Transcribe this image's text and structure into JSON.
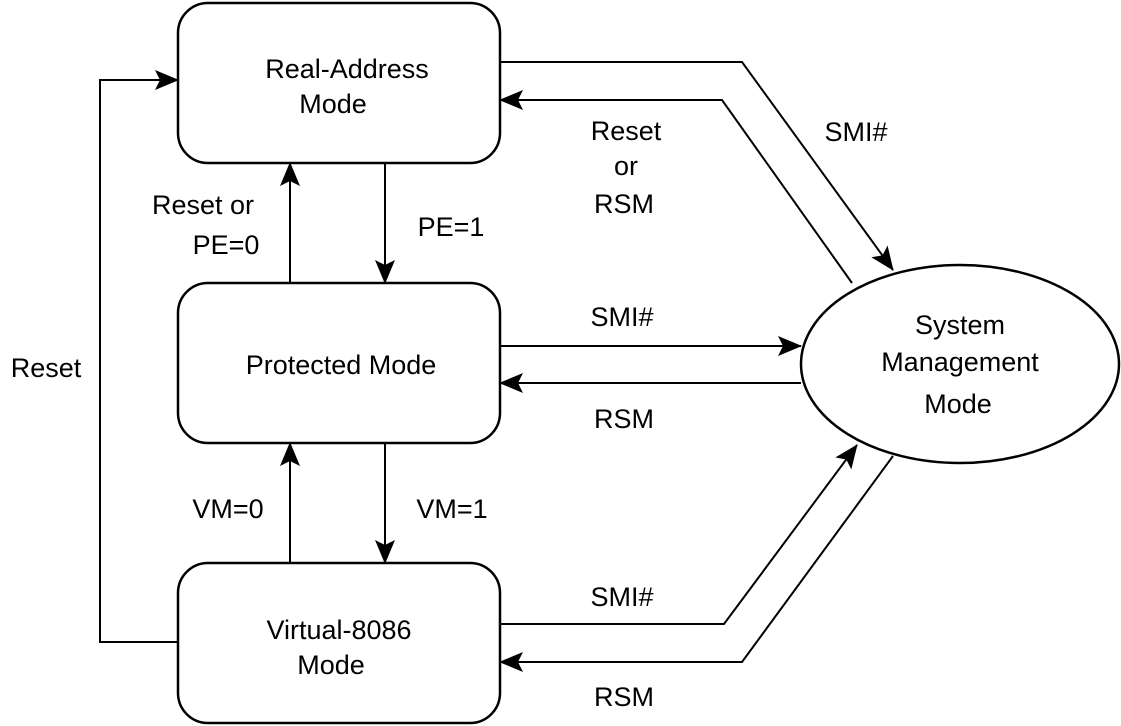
{
  "nodes": {
    "real_address": {
      "lines": [
        "Real-Address",
        "Mode"
      ]
    },
    "protected": {
      "lines": [
        "Protected Mode"
      ]
    },
    "virtual_8086": {
      "lines": [
        "Virtual-8086",
        "Mode"
      ]
    },
    "smm": {
      "lines": [
        "System",
        "Management",
        "Mode"
      ]
    }
  },
  "edges": {
    "real_to_protected": [
      "PE=1"
    ],
    "protected_to_real": [
      "Reset or",
      "PE=0"
    ],
    "protected_to_v86": [
      "VM=1"
    ],
    "v86_to_protected": [
      "VM=0"
    ],
    "v86_to_real": [
      "Reset"
    ],
    "real_to_smm": [
      "SMI#"
    ],
    "smm_to_real": [
      "Reset",
      "or",
      "RSM"
    ],
    "protected_to_smm": [
      "SMI#"
    ],
    "smm_to_protected": [
      "RSM"
    ],
    "v86_to_smm": [
      "SMI#"
    ],
    "smm_to_v86": [
      "RSM"
    ]
  }
}
